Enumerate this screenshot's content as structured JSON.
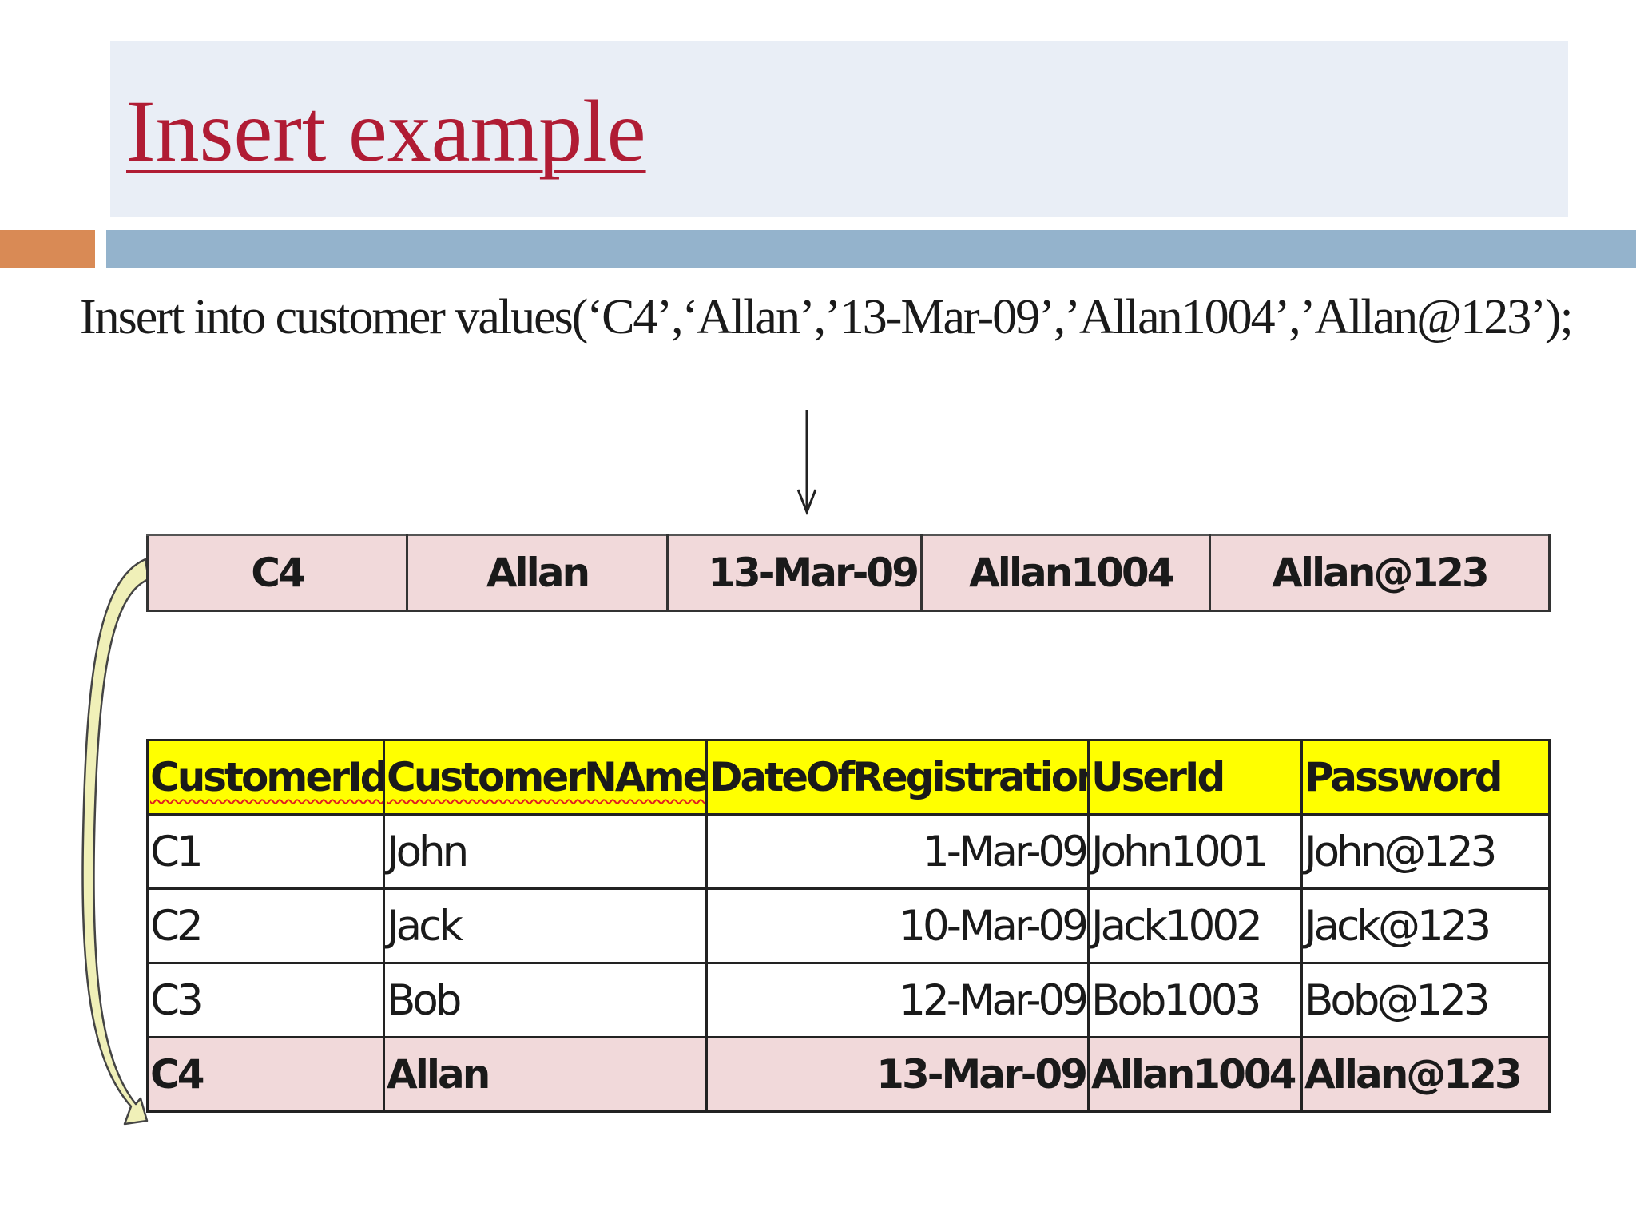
{
  "slide": {
    "title": "Insert example",
    "sql": "Insert into customer values(‘C4’,‘Allan’,’13-Mar-09’,’Allan1004’,’Allan@123’);"
  },
  "new_row": [
    "C4",
    "Allan",
    "13-Mar-09",
    "Allan1004",
    "Allan@123"
  ],
  "customer_table": {
    "headers": [
      "CustomerId",
      "CustomerNAme",
      "DateOfRegistration",
      "UserId",
      "Password"
    ],
    "rows": [
      [
        "C1",
        "John",
        "1-Mar-09",
        "John1001",
        "John@123"
      ],
      [
        "C2",
        "Jack",
        "10-Mar-09",
        "Jack1002",
        "Jack@123"
      ],
      [
        "C3",
        "Bob",
        "12-Mar-09",
        "Bob1003",
        "Bob@123"
      ],
      [
        "C4",
        "Allan",
        "13-Mar-09",
        "Allan1004",
        "Allan@123"
      ]
    ]
  },
  "colors": {
    "title": "#b01c34",
    "title_box": "#e9eef6",
    "accent_orange": "#d98a55",
    "accent_blue": "#94b3cc",
    "header_yellow": "#ffff00",
    "highlight_pink": "#f1d9da",
    "curve_arrow_fill": "#f0f0b8"
  }
}
